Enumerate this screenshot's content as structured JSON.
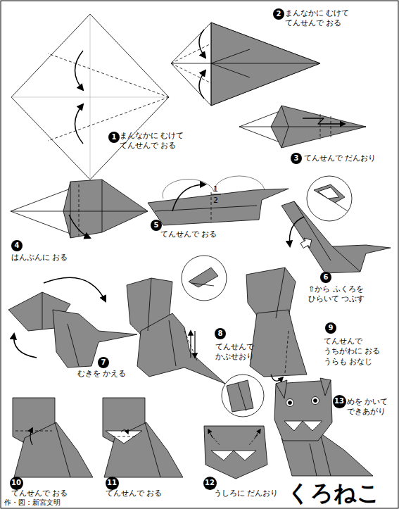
{
  "diagram": {
    "title": "くろねこ",
    "caption": "作・図：新宮文明",
    "nodes": [
      {
        "text": [
          "1"
        ]
      },
      {
        "text": [
          "2"
        ]
      },
      {
        "text": [
          "3"
        ]
      },
      {
        "text": [
          "4"
        ]
      },
      {
        "text": [
          "5"
        ]
      },
      {
        "text": [
          "6"
        ]
      },
      {
        "text": [
          "7"
        ]
      },
      {
        "text": [
          "8"
        ]
      },
      {
        "text": [
          "9"
        ]
      },
      {
        "text": [
          "10"
        ]
      },
      {
        "text": [
          "11"
        ]
      },
      {
        "text": [
          "12"
        ]
      },
      {
        "text": [
          "13"
        ]
      }
    ],
    "labels": [
      "まんなかに むけて てんせんで おる",
      "まんなかに むけて てんせんで おる",
      "てんせんで だんおり",
      "はんぶんに おる",
      "1",
      "2",
      "てんせんで おる",
      "⇧から ふくろを ひらいて つぶす",
      "むきを かえる",
      "てんせんで かぶせおり",
      "てんせんで うちがわに おる うらも おなじ",
      "てんせんで おる",
      "てんせんで おる",
      "うしろに だんおり",
      "めを かいて できあがり"
    ]
  }
}
